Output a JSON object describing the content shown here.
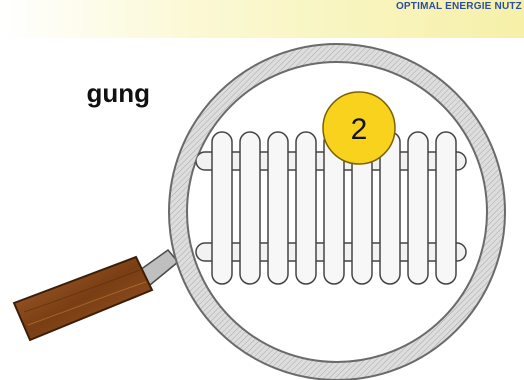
{
  "header": {
    "brand": "OPTIMAL ENERGIE NUTZ",
    "title_fragment": "gung"
  },
  "illustration": {
    "badge_number": "2",
    "icons": [
      "magnifier-icon",
      "radiator-icon"
    ],
    "colors": {
      "band": "#f6f0a8",
      "brand_text": "#2a4ea0",
      "badge_fill": "#f8d21c",
      "handle_wood": "#8a4a1c",
      "lens_frame": "#cfcfcf"
    }
  }
}
